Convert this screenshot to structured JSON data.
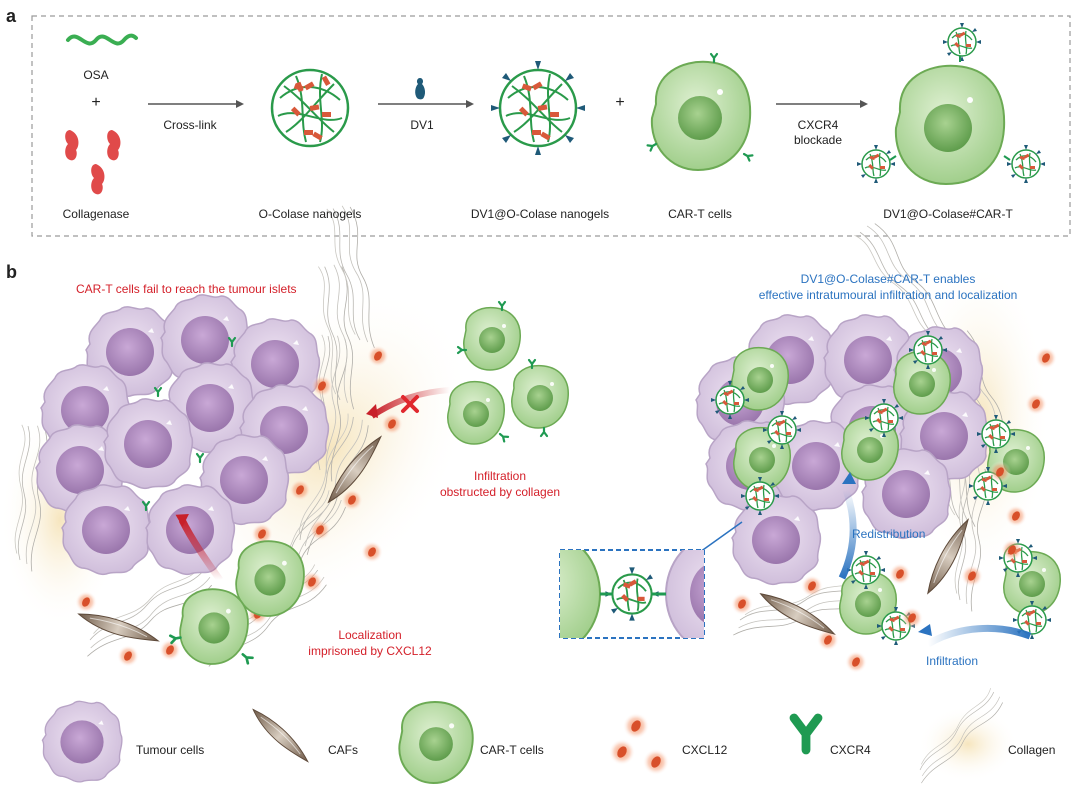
{
  "panel_a": {
    "letter": "a",
    "osa": "OSA",
    "plus1": "+",
    "collagenase": "Collagenase",
    "crosslink": "Cross-link",
    "nanogels": "O-Colase nanogels",
    "dv1": "DV1",
    "dv1_nanogels": "DV1@O-Colase nanogels",
    "plus2": "+",
    "cart_cells": "CAR-T cells",
    "cxcr4_line1": "CXCR4",
    "cxcr4_line2": "blockade",
    "final": "DV1@O-Colase#CAR-T"
  },
  "panel_b": {
    "letter": "b",
    "fail_title": "CAR-T cells fail to reach the tumour islets",
    "infiltration_line1": "Infiltration",
    "infiltration_line2": "obstructed by collagen",
    "localization_line1": "Localization",
    "localization_line2": "imprisoned by CXCL12",
    "enable_line1": "DV1@O-Colase#CAR-T enables",
    "enable_line2": "effective intratumoural infiltration and localization",
    "redistribution": "Redistribution",
    "infiltration": "Infiltration"
  },
  "legend": {
    "tumour": "Tumour cells",
    "cafs": "CAFs",
    "cart": "CAR-T cells",
    "cxcl12": "CXCL12",
    "cxcr4": "CXCR4",
    "collagen": "Collagen"
  },
  "colors": {
    "tumour_fill": "#d8c8e0",
    "tumour_nucleus": "#a882b8",
    "cart_fill": "#b6daa2",
    "cart_nucleus": "#7fb46a",
    "nanogel_green": "#2a9a4a",
    "nanogel_red": "#d8583a",
    "dv1_blue": "#1f5a78",
    "red_text": "#d4202a",
    "blue_text": "#2b73c0",
    "cxcl12": "#e0703a"
  }
}
